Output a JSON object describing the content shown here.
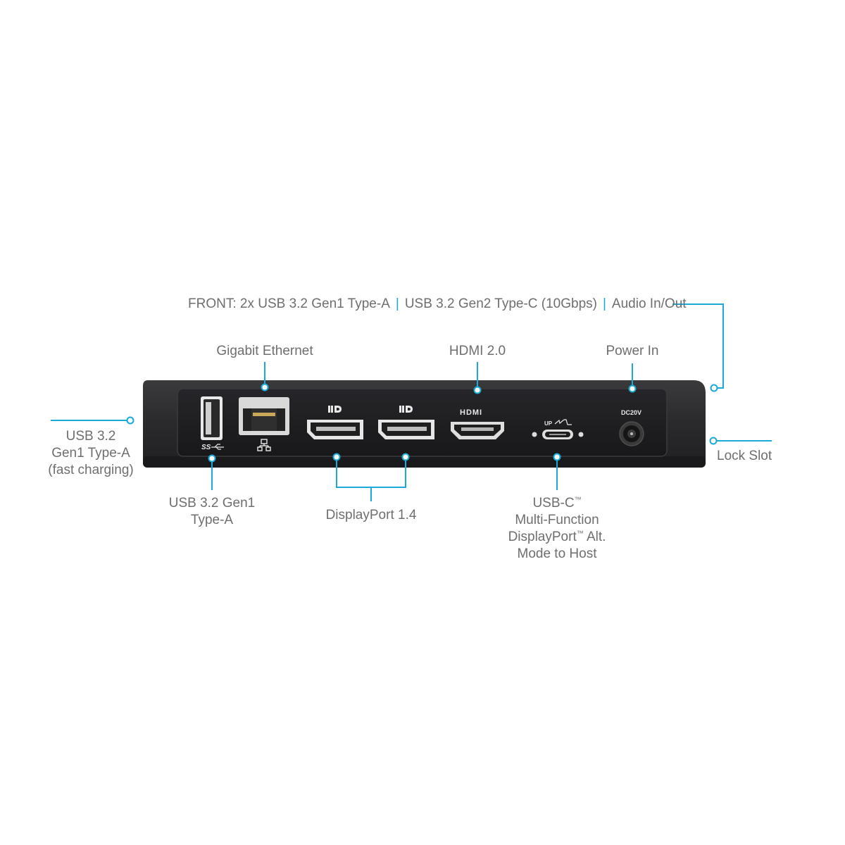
{
  "front_label": {
    "parts": [
      "FRONT: 2x USB 3.2 Gen1 Type-A",
      "USB 3.2 Gen2 Type-C (10Gbps)",
      "Audio In/Out"
    ],
    "separator": "|"
  },
  "labels": {
    "gigabit_ethernet": "Gigabit Ethernet",
    "hdmi": "HDMI 2.0",
    "power_in": "Power In",
    "usb_fast_charging": [
      "USB 3.2",
      "Gen1 Type-A",
      "(fast charging)"
    ],
    "usb_gen1": [
      "USB 3.2 Gen1",
      "Type-A"
    ],
    "displayport": "DisplayPort 1.4",
    "usb_c_host": [
      "USB-C",
      "Multi-Function",
      "DisplayPort",
      "Alt.",
      "Mode to Host"
    ],
    "trademark": "™",
    "lock_slot": "Lock Slot"
  },
  "device_markings": {
    "dc": "DC20V",
    "up": "UP",
    "hdmi_logo": "HDMI",
    "usb_ss": "SS"
  },
  "colors": {
    "accent": "#1aa9d8",
    "label_text": "#6e6e6e",
    "device_body": "#2b2b2d",
    "device_panel": "#1e1e20"
  }
}
